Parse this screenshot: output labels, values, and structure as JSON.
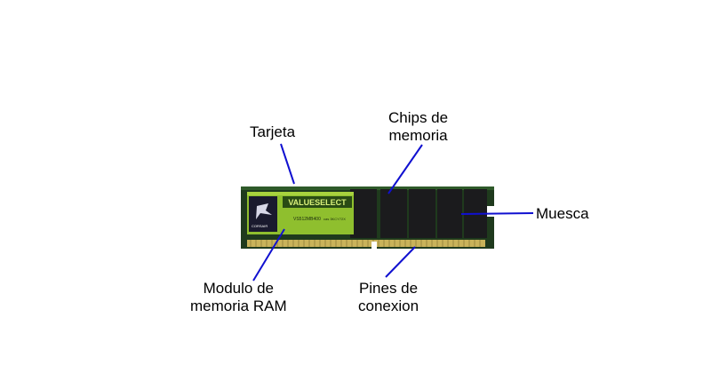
{
  "labels": {
    "tarjeta": "Tarjeta",
    "chips_line1": "Chips de",
    "chips_line2": "memoria",
    "muesca": "Muesca",
    "modulo_line1": "Modulo de",
    "modulo_line2": "memoria RAM",
    "pines_line1": "Pines de",
    "pines_line2": "conexion"
  },
  "module": {
    "brand_logo": "VALUESELECT",
    "sticker_small_text": "CORSAIR",
    "part_number": "VS512MB400",
    "code_text": "cas 3KCY72X"
  },
  "colors": {
    "pcb": "#1f3a1d",
    "chip": "#1b1b1d",
    "sticker": "#8fbf2e",
    "pins": "#c9b35a",
    "leader": "#1010d0"
  }
}
